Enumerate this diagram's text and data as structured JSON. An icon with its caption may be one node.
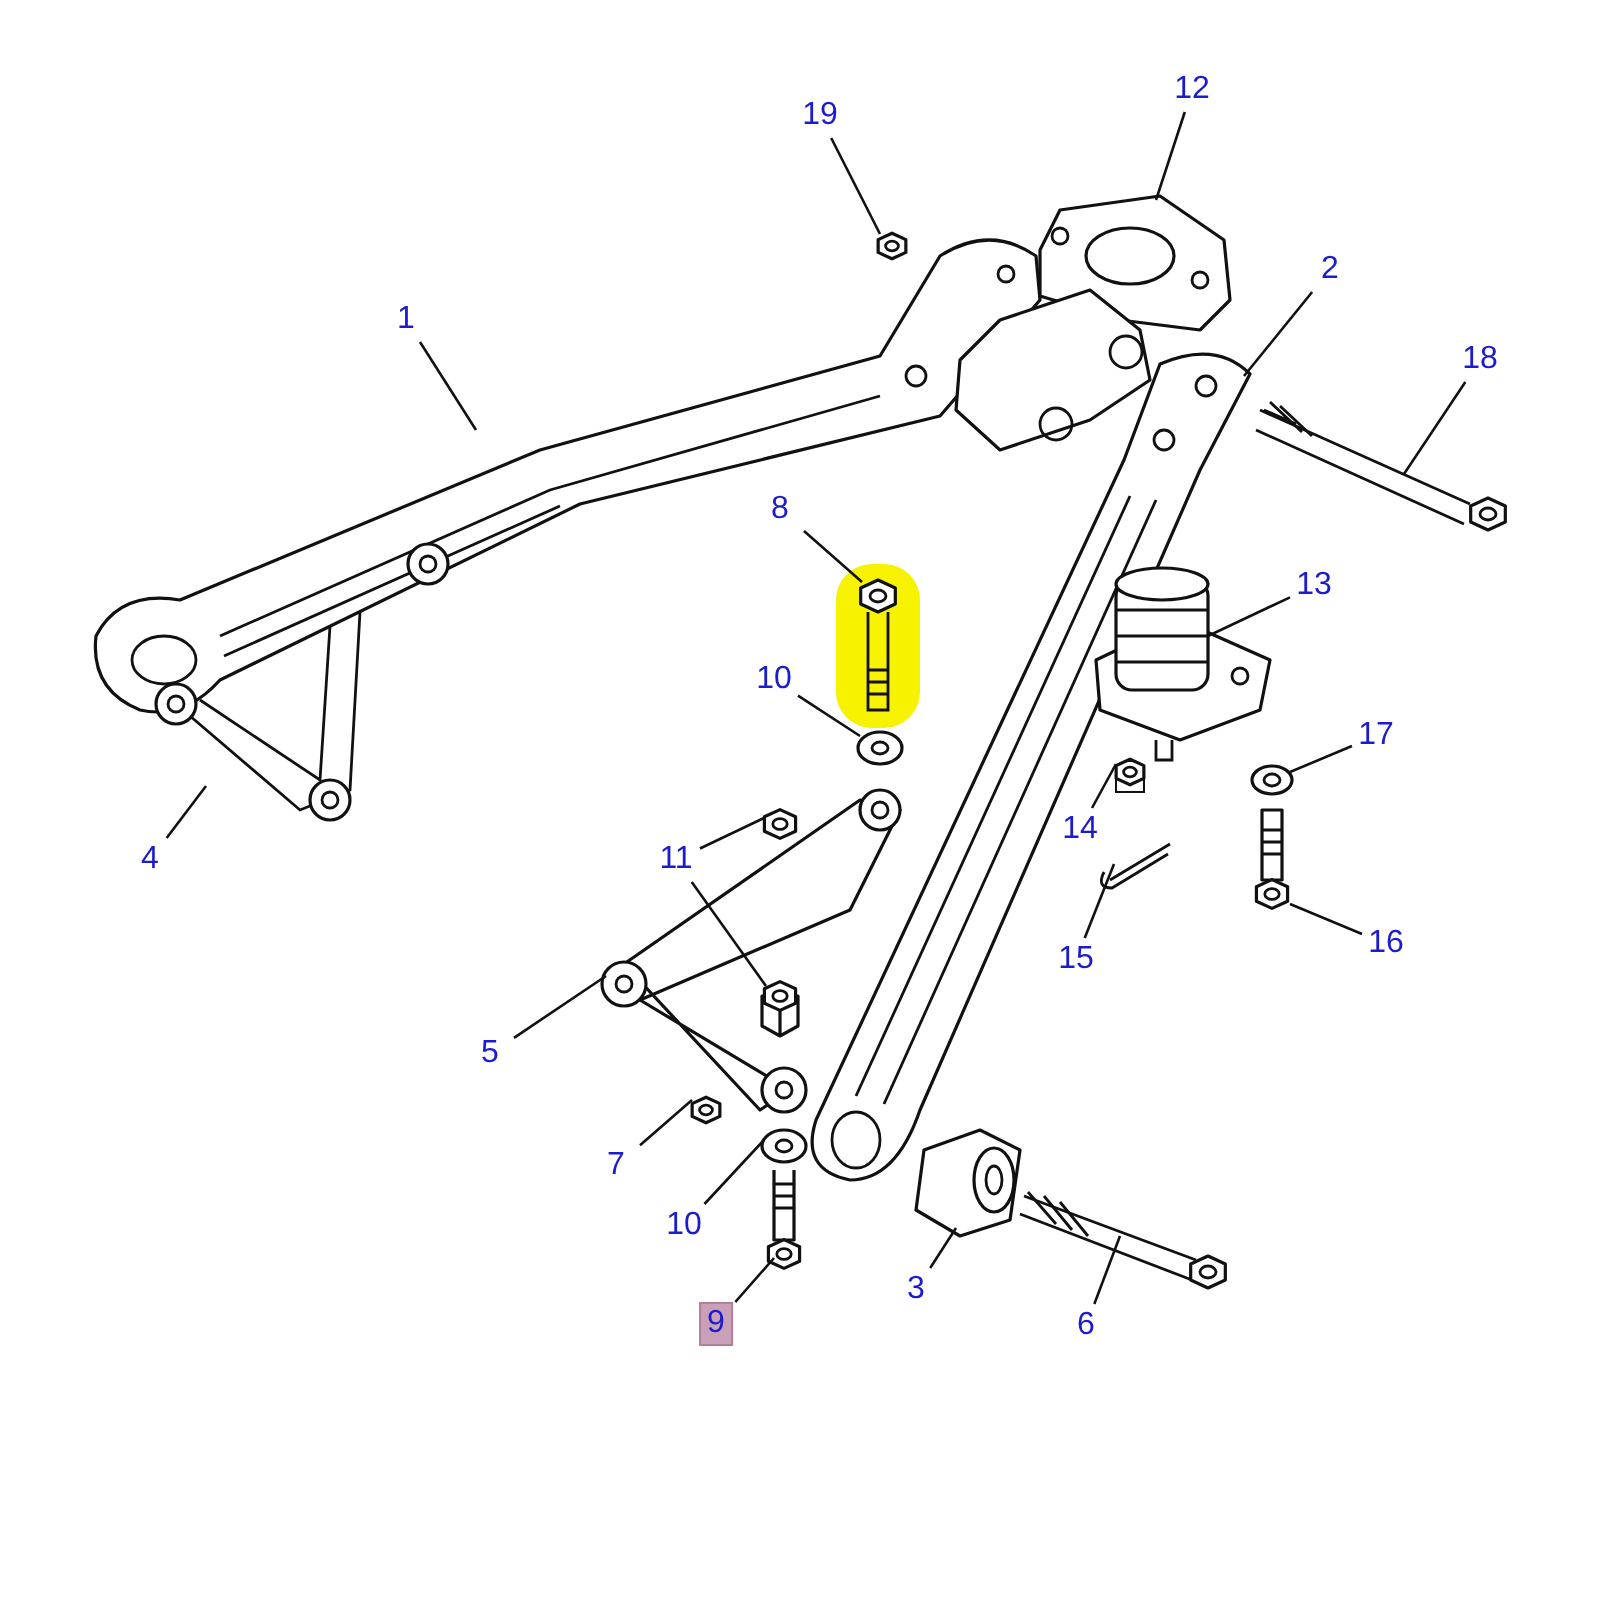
{
  "diagram": {
    "nodes": [
      {
        "text": [
          "19"
        ]
      },
      {
        "text": [
          "12"
        ]
      },
      {
        "text": [
          "1"
        ]
      },
      {
        "text": [
          "2"
        ]
      },
      {
        "text": [
          "18"
        ]
      },
      {
        "text": [
          "8"
        ]
      },
      {
        "text": [
          "13"
        ]
      },
      {
        "text": [
          "10"
        ]
      },
      {
        "text": [
          "17"
        ]
      },
      {
        "text": [
          "4"
        ]
      },
      {
        "text": [
          "11"
        ]
      },
      {
        "text": [
          "14"
        ]
      },
      {
        "text": [
          "15"
        ]
      },
      {
        "text": [
          "16"
        ]
      },
      {
        "text": [
          "5"
        ]
      },
      {
        "text": [
          "7"
        ]
      },
      {
        "text": [
          "10"
        ]
      },
      {
        "text": [
          "3"
        ]
      },
      {
        "text": [
          "6"
        ]
      },
      {
        "text": [
          "9"
        ]
      },
      {
        "text": [],
        "shape": "picture"
      },
      {
        "text": [],
        "shape": "picture"
      },
      {
        "text": [],
        "shape": "picture"
      },
      {
        "text": [],
        "shape": "picture"
      },
      {
        "text": [],
        "shape": "picture"
      },
      {
        "text": [],
        "shape": "picture"
      },
      {
        "text": [],
        "shape": "picture"
      },
      {
        "text": [],
        "shape": "picture"
      },
      {
        "text": [],
        "shape": "picture"
      },
      {
        "text": [],
        "shape": "picture"
      },
      {
        "text": [],
        "shape": "picture"
      },
      {
        "text": [],
        "shape": "picture"
      },
      {
        "text": [],
        "shape": "picture"
      },
      {
        "text": [],
        "shape": "picture"
      },
      {
        "text": [],
        "shape": "picture"
      },
      {
        "text": [],
        "shape": "picture"
      },
      {
        "text": [],
        "shape": "picture"
      },
      {
        "text": [],
        "shape": "picture"
      },
      {
        "text": [],
        "shape": "picture"
      },
      {
        "text": [],
        "shape": "picture"
      },
      {
        "text": [],
        "shape": "picture"
      }
    ],
    "edges": [
      {
        "from": 0,
        "to": 20,
        "arrow": "none"
      },
      {
        "from": 1,
        "to": 21,
        "arrow": "none"
      },
      {
        "from": 2,
        "to": 22,
        "arrow": "none"
      },
      {
        "from": 3,
        "to": 23,
        "arrow": "none"
      },
      {
        "from": 4,
        "to": 24,
        "arrow": "none"
      },
      {
        "from": 5,
        "to": 25,
        "arrow": "none"
      },
      {
        "from": 6,
        "to": 26,
        "arrow": "none"
      },
      {
        "from": 7,
        "to": 27,
        "arrow": "none"
      },
      {
        "from": 8,
        "to": 28,
        "arrow": "none"
      },
      {
        "from": 9,
        "to": 29,
        "arrow": "none"
      },
      {
        "from": 10,
        "to": 30,
        "arrow": "none"
      },
      {
        "from": 10,
        "to": 31,
        "arrow": "none"
      },
      {
        "from": 11,
        "to": 32,
        "arrow": "none"
      },
      {
        "from": 12,
        "to": 33,
        "arrow": "none"
      },
      {
        "from": 13,
        "to": 34,
        "arrow": "none"
      },
      {
        "from": 14,
        "to": 35,
        "arrow": "none"
      },
      {
        "from": 15,
        "to": 36,
        "arrow": "none"
      },
      {
        "from": 16,
        "to": 37,
        "arrow": "none"
      },
      {
        "from": 17,
        "to": 38,
        "arrow": "none"
      },
      {
        "from": 18,
        "to": 39,
        "arrow": "none"
      },
      {
        "from": 19,
        "to": 40,
        "arrow": "none"
      }
    ]
  }
}
